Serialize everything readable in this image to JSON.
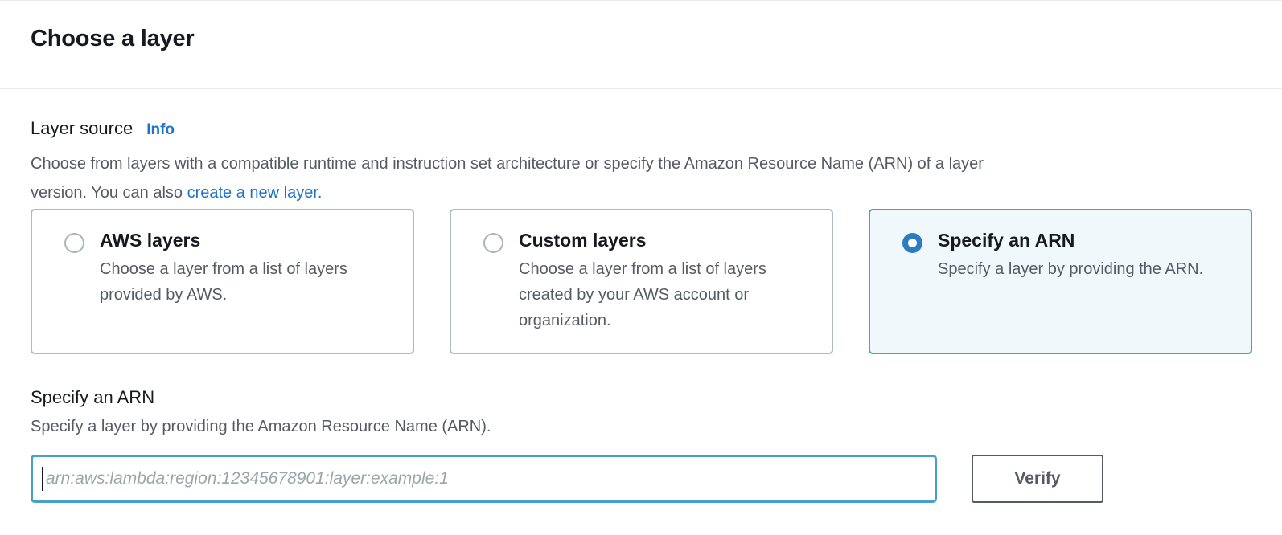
{
  "header": {
    "title": "Choose a layer"
  },
  "layer_source": {
    "label": "Layer source",
    "info_link": "Info",
    "description": {
      "line1": "Choose from layers with a compatible runtime and instruction set architecture or specify the Amazon Resource Name (ARN) of a layer",
      "line2_prefix": "version. You can also ",
      "link": "create a new layer."
    }
  },
  "options": [
    {
      "title": "AWS layers",
      "description": "Choose a layer from a list of layers provided by AWS.",
      "selected": false
    },
    {
      "title": "Custom layers",
      "description": "Choose a layer from a list of layers created by your AWS account or organization.",
      "selected": false
    },
    {
      "title": "Specify an ARN",
      "description": "Specify a layer by providing the ARN.",
      "selected": true
    }
  ],
  "arn_section": {
    "title": "Specify an ARN",
    "description": "Specify a layer by providing the Amazon Resource Name (ARN).",
    "input_value": "",
    "input_placeholder": "arn:aws:lambda:region:12345678901:layer:example:1",
    "verify_label": "Verify"
  },
  "colors": {
    "accent_link": "#1f73c8",
    "radio_selected": "#2b7cc0",
    "radio_unselected": "#a9b5b6",
    "selected_border": "#44a2c6",
    "selected_bg": "#f1f8fc",
    "input_focus_border": "#44a2c6",
    "placeholder_gray": "#9aa5a8",
    "text_dark": "#16191f",
    "text_gray": "#545b64",
    "border_gray": "#b0b9bb",
    "button_border": "#545b64",
    "divider": "#eaeded"
  }
}
